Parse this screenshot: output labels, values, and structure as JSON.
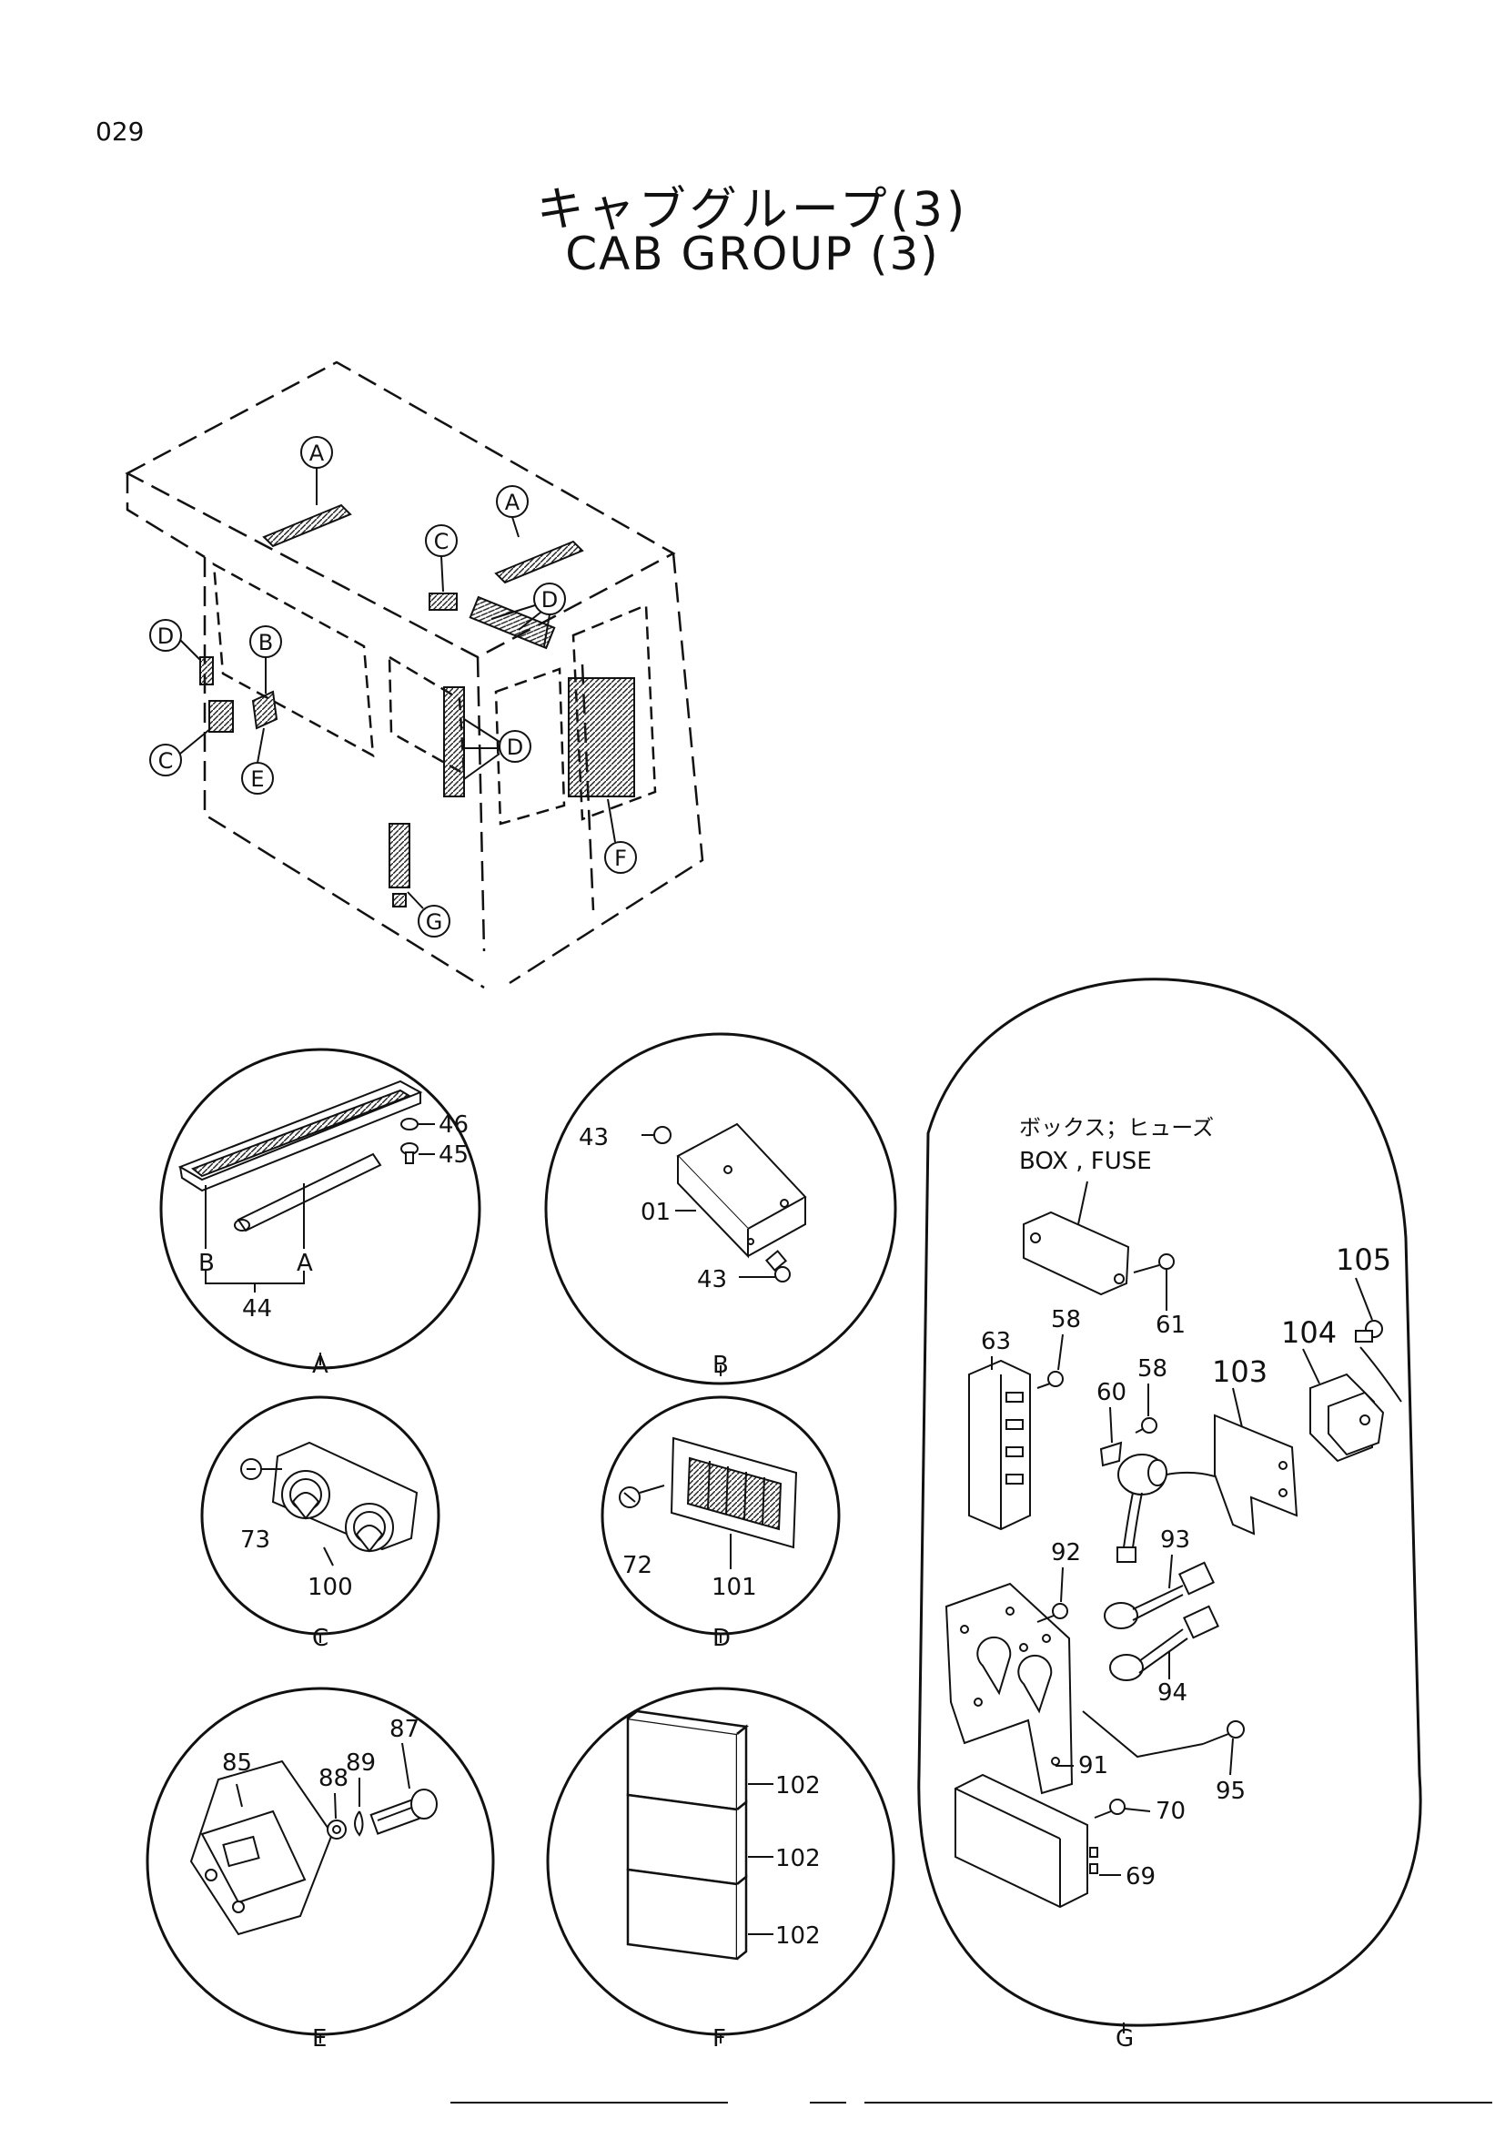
{
  "page_number": "029",
  "title_jp": "キャブグループ(3)",
  "title_en": "CAB   GROUP (3)",
  "overview_callouts": {
    "a1": "A",
    "a2": "A",
    "b": "B",
    "c1": "C",
    "c2": "C",
    "d1": "D",
    "d2": "D",
    "d3": "D",
    "e": "E",
    "f": "F",
    "g": "G"
  },
  "detail_captions": {
    "A": "A",
    "B": "B",
    "C": "C",
    "D": "D",
    "E": "E",
    "F": "F",
    "G": "G"
  },
  "detail_A": {
    "p46": "46",
    "p45": "45",
    "p44": "44",
    "endB": "B",
    "endA": "A"
  },
  "detail_B": {
    "p43a": "43",
    "p01": "01",
    "p43b": "43"
  },
  "detail_C": {
    "p73": "73",
    "p100": "100"
  },
  "detail_D": {
    "p72": "72",
    "p101": "101"
  },
  "detail_E": {
    "p85": "85",
    "p88": "88",
    "p89": "89",
    "p87": "87"
  },
  "detail_F": {
    "p102a": "102",
    "p102b": "102",
    "p102c": "102"
  },
  "detail_G": {
    "box_jp": "ボックス；ヒューズ",
    "box_en": "BOX , FUSE",
    "p61": "61",
    "p58a": "58",
    "p58b": "58",
    "p63": "63",
    "p60": "60",
    "p103": "103",
    "p104": "104",
    "p105": "105",
    "p92": "92",
    "p93": "93",
    "p94": "94",
    "p91": "91",
    "p95": "95",
    "p70": "70",
    "p69": "69"
  }
}
